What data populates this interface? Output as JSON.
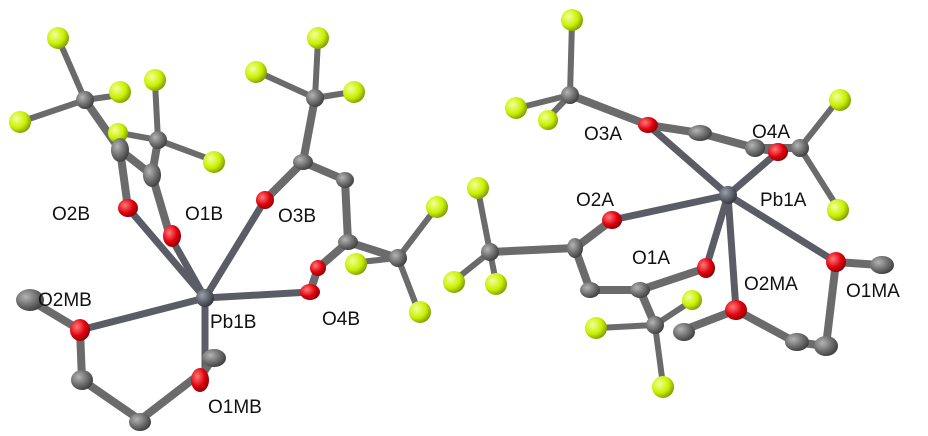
{
  "labels": {
    "O2B": "O2B",
    "O1B": "O1B",
    "O3B": "O3B",
    "O2MB": "O2MB",
    "Pb1B": "Pb1B",
    "O4B": "O4B",
    "O1MB": "O1MB",
    "O3A": "O3A",
    "O4A": "O4A",
    "O2A": "O2A",
    "Pb1A": "Pb1A",
    "O1A": "O1A",
    "O2MA": "O2MA",
    "O1MA": "O1MA"
  },
  "colors": {
    "background": "#ffffff",
    "carbon": "#6b6b6b",
    "oxygen": "#e0000c",
    "fluorine": "#c8f000",
    "lead": "#5a5d66",
    "coordination_bond": "#5a5d66",
    "text": "#111111"
  }
}
